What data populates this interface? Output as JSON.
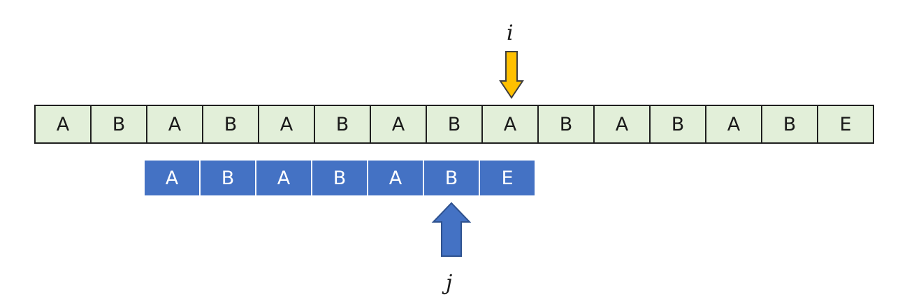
{
  "text": [
    "A",
    "B",
    "A",
    "B",
    "A",
    "B",
    "A",
    "B",
    "A",
    "B",
    "A",
    "B",
    "A",
    "B",
    "E"
  ],
  "pattern": [
    "A",
    "B",
    "A",
    "B",
    "A",
    "B",
    "E"
  ],
  "pointers": {
    "i": {
      "label": "i",
      "color": "#ffc000",
      "stroke": "#3f3f3f"
    },
    "j": {
      "label": "j",
      "color": "#4472c4",
      "stroke": "#2f528f"
    }
  },
  "colors": {
    "text_cell_fill": "#e2efd9",
    "pattern_cell_fill": "#4472c4"
  }
}
